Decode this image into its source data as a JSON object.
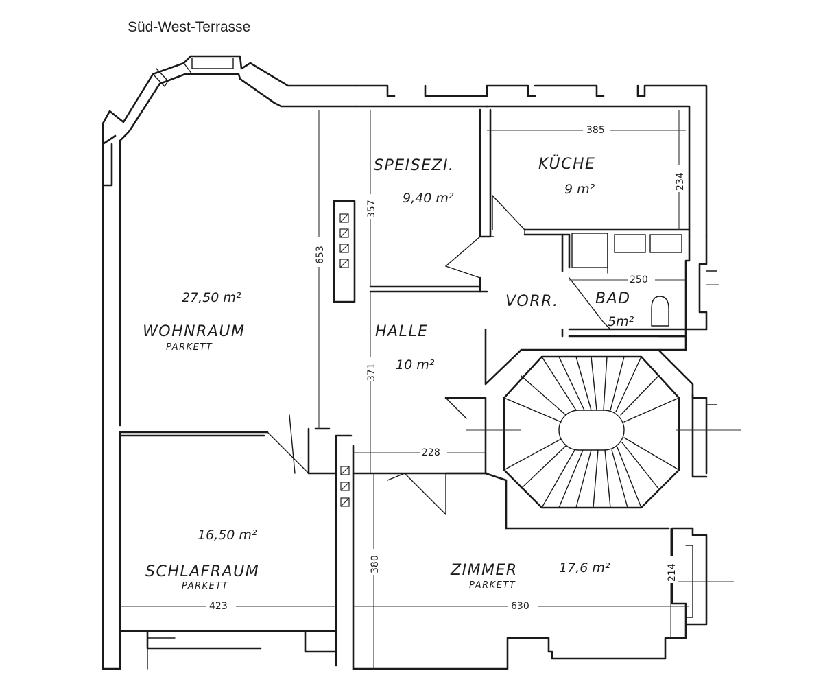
{
  "heading": "Süd-West-Terrasse",
  "rooms": {
    "wohnraum": {
      "name": "WOHNRAUM",
      "floor": "PARKETT",
      "area": "27,50 m²"
    },
    "schlafraum": {
      "name": "SCHLAFRAUM",
      "floor": "PARKETT",
      "area": "16,50 m²"
    },
    "speisezimmer": {
      "name": "SPEISEZI.",
      "area": "9,40 m²"
    },
    "kueche": {
      "name": "KÜCHE",
      "area": "9 m²"
    },
    "halle": {
      "name": "HALLE",
      "area": "10 m²"
    },
    "vorraum": {
      "name": "VORR."
    },
    "bad": {
      "name": "BAD",
      "area": "5m²"
    },
    "zimmer": {
      "name": "ZIMMER",
      "floor": "PARKETT",
      "area": "17,6 m²"
    }
  },
  "dimensions": {
    "d653": "653",
    "d357": "357",
    "d371": "371",
    "d228": "228",
    "d385": "385",
    "d234": "234",
    "d250": "250",
    "d380": "380",
    "d214": "214",
    "d423": "423",
    "d630": "630"
  }
}
